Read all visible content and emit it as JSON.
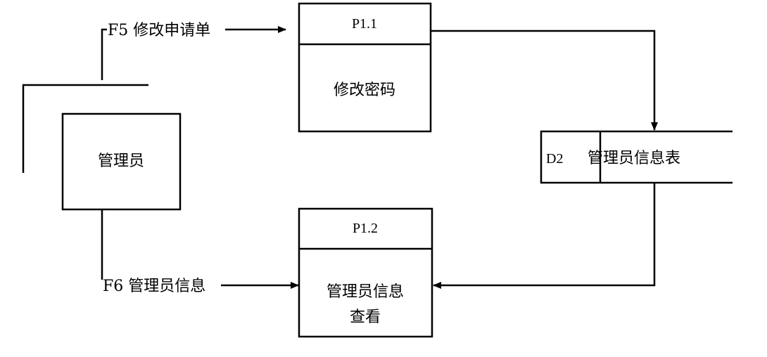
{
  "diagram": {
    "external_entity": {
      "label": "管理员"
    },
    "process_1": {
      "id": "P1.1",
      "name": "修改密码"
    },
    "process_2": {
      "id": "P1.2",
      "name_line1": "管理员信息",
      "name_line2": "查看"
    },
    "data_store": {
      "id": "D2",
      "name": "管理员信息表"
    },
    "flows": {
      "f5": "F5 修改申请单",
      "f6": "F6 管理员信息"
    }
  }
}
